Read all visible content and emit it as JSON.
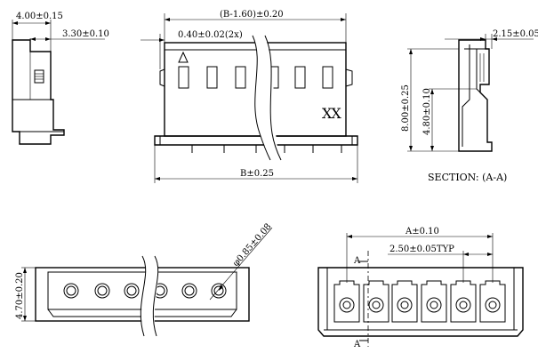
{
  "dimensions": {
    "side_width": "4.00±0.15",
    "side_inner": "3.30±0.10",
    "top_width": "(B-1.60)±0.20",
    "slot_width": "0.40±0.02(2x)",
    "base_width": "B±0.25",
    "section_top": "2.15±0.05",
    "section_height": "8.00±0.25",
    "section_inner_height": "4.80±0.10",
    "bottom_height": "4.70±0.20",
    "hole_diameter": "φ0.85±0.08",
    "front_width": "A±0.10",
    "pitch": "2.50±0.05TYP"
  },
  "labels": {
    "section_caption": "SECTION: (A-A)",
    "section_marker_top": "A",
    "section_marker_bottom": "A",
    "mark_xx": "XX"
  }
}
